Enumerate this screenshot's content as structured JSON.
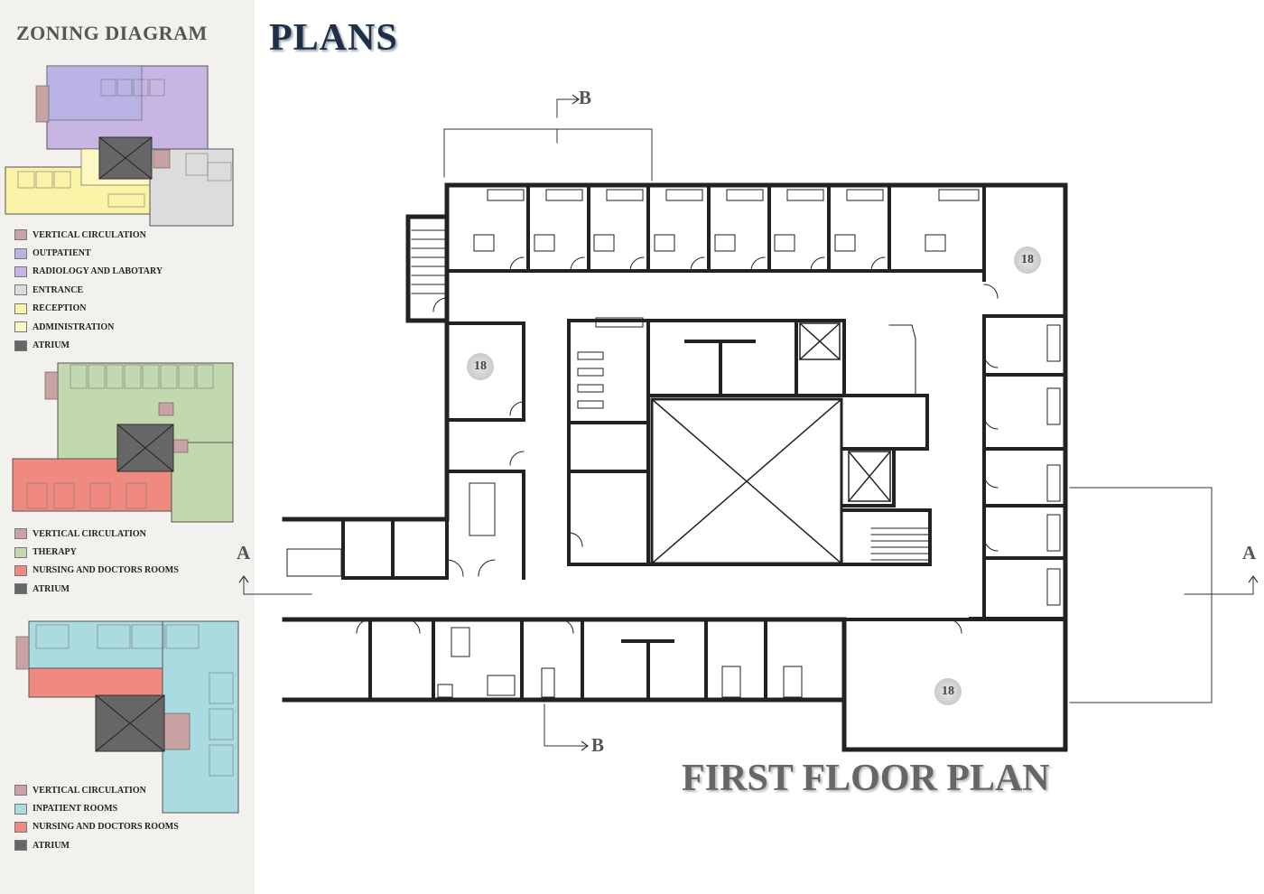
{
  "sidebar": {
    "title": "ZONING DIAGRAM",
    "legends": [
      {
        "items": [
          {
            "label": "VERTICAL CIRCULATION",
            "color": "#c9a3a3"
          },
          {
            "label": "OUTPATIENT",
            "color": "#b9b3e6"
          },
          {
            "label": "RADIOLOGY AND LABOTARY",
            "color": "#c8b5e3"
          },
          {
            "label": "ENTRANCE",
            "color": "#dcdcdc"
          },
          {
            "label": "RECEPTION",
            "color": "#fbf3a8"
          },
          {
            "label": "ADMINISTRATION",
            "color": "#fdf7c3"
          },
          {
            "label": "ATRIUM",
            "color": "#666666"
          }
        ]
      },
      {
        "items": [
          {
            "label": "VERTICAL CIRCULATION",
            "color": "#c9a3a3"
          },
          {
            "label": "THERAPY",
            "color": "#c2d9b0"
          },
          {
            "label": "NURSING AND DOCTORS ROOMS",
            "color": "#f08a80"
          },
          {
            "label": "ATRIUM",
            "color": "#666666"
          }
        ]
      },
      {
        "items": [
          {
            "label": "VERTICAL CIRCULATION",
            "color": "#c9a3a3"
          },
          {
            "label": "INPATIENT ROOMS",
            "color": "#aadbe0"
          },
          {
            "label": "NURSING AND DOCTORS ROOMS",
            "color": "#f08a80"
          },
          {
            "label": "ATRIUM",
            "color": "#666666"
          }
        ]
      }
    ]
  },
  "main": {
    "title": "PLANS",
    "floor_title": "FIRST FLOOR PLAN",
    "section_a": "A",
    "section_b": "B",
    "room_number": "18"
  },
  "colors": {
    "wall": "#222222",
    "title": "#1f2f45",
    "atrium": "#666666"
  }
}
